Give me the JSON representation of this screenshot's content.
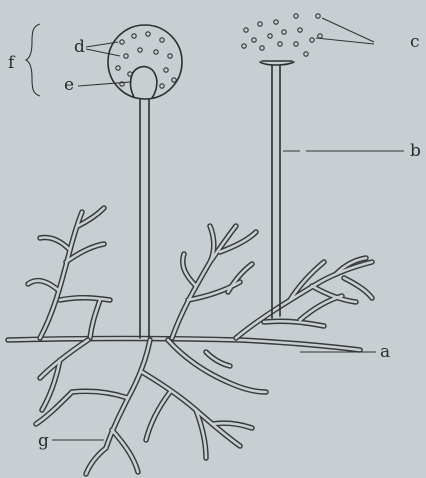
{
  "labels": {
    "a": "a",
    "b": "b",
    "c": "c",
    "d": "d",
    "e": "e",
    "f": "f",
    "g": "g"
  }
}
